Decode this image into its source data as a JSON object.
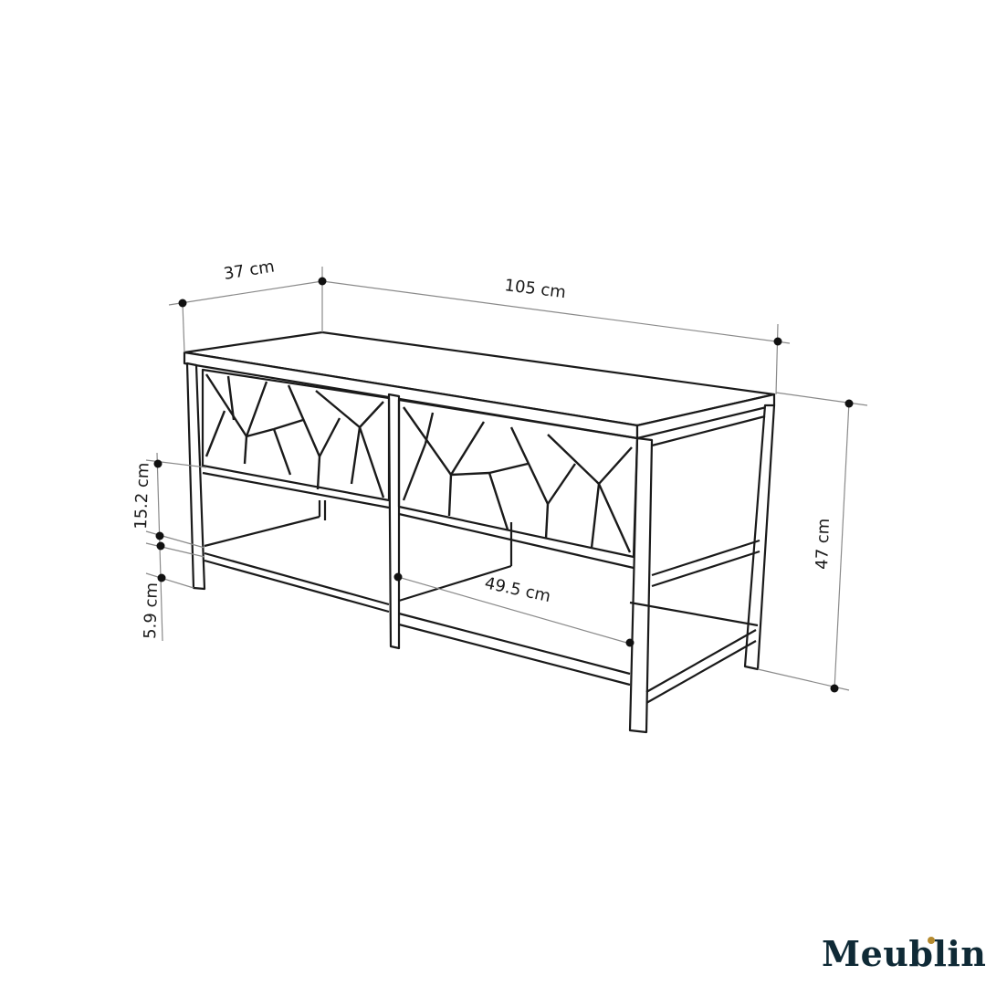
{
  "diagram": {
    "subject": "Bench with two drawers and lower shelf — dimension drawing",
    "dimensions": {
      "depth": "37 cm",
      "width": "105 cm",
      "height": "47 cm",
      "drawer_height": "15.2 cm",
      "shelf_gap": "5.9 cm",
      "shelf_width": "49.5 cm"
    },
    "colors": {
      "line": "#1a1a1a",
      "dimension_line": "#8a8a8a",
      "logo_text": "#0f2a36",
      "logo_accent": "#b58a2e"
    }
  },
  "brand": {
    "logo_text": "Meublin"
  }
}
